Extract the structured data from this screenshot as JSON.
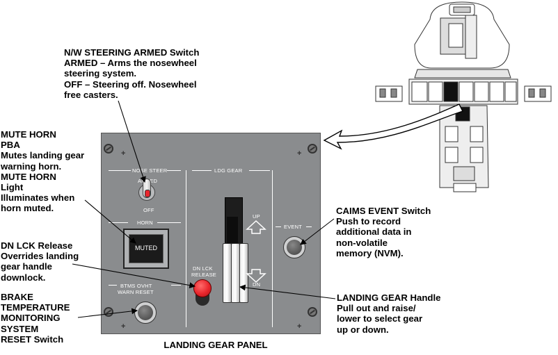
{
  "caption": "LANDING GEAR PANEL",
  "panel": {
    "nose_steer_label": "NOSE STEER",
    "armed_label": "ARMED",
    "off_label": "OFF",
    "horn_label": "HORN",
    "muted_label": "MUTED",
    "ldg_gear_label": "LDG GEAR",
    "up_label": "UP",
    "dn_label": "DN",
    "event_label": "EVENT",
    "dn_lck_label_1": "DN LCK",
    "dn_lck_label_2": "RELEASE",
    "btms_label_1": "BTMS OVHT",
    "btms_label_2": "WARN RESET"
  },
  "annotations": {
    "nw_steering": [
      "N/W STEERING ARMED Switch",
      "ARMED – Arms the nosewheel",
      "steering system.",
      "OFF – Steering off. Nosewheel",
      "free casters."
    ],
    "mute_horn": [
      "MUTE HORN",
      "PBA",
      "Mutes landing gear",
      "warning horn.",
      "MUTE HORN",
      "Light",
      "Illuminates when",
      "horn muted."
    ],
    "dn_lck": [
      "DN LCK Release",
      "Overrides landing",
      "gear handle",
      "downlock."
    ],
    "brake_temp": [
      "BRAKE",
      "TEMPERATURE",
      "MONITORING",
      "SYSTEM",
      "RESET Switch"
    ],
    "caims": [
      "CAIMS EVENT Switch",
      "Push to record",
      "additional data in",
      "non-volatile",
      "memory (NVM)."
    ],
    "landing_gear": [
      "LANDING GEAR Handle",
      "Pull out and raise/",
      "lower to select gear",
      "up or down."
    ]
  },
  "colors": {
    "panel": "#8a8c8e",
    "dn_lck_button": "#e8262c",
    "toggle_tip": "#e8262c"
  }
}
